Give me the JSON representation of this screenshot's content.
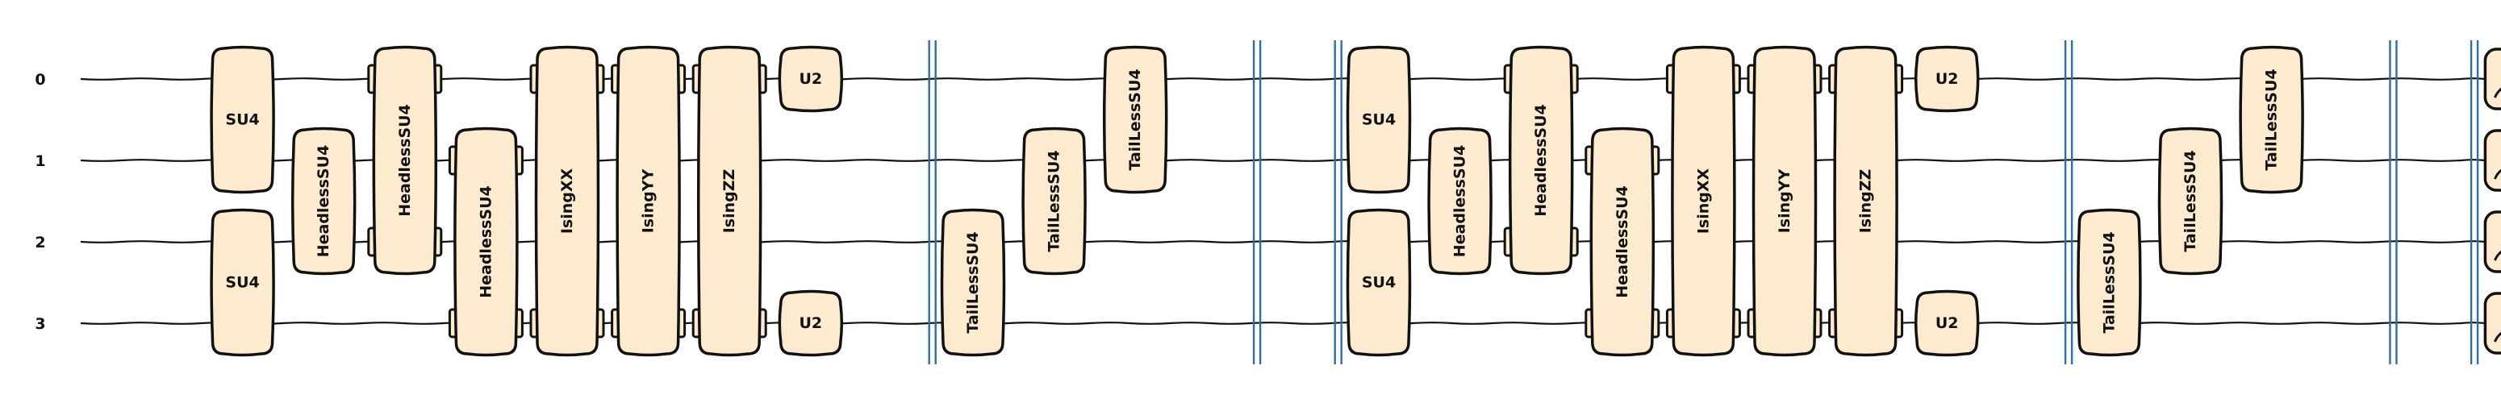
{
  "qubits": [
    "0",
    "1",
    "2",
    "3"
  ],
  "colors": {
    "gate_fill": "#fdebd0",
    "stroke": "#111111",
    "barrier": "#2a6fa8"
  },
  "barriers": [
    {
      "col": 9.5
    },
    {
      "col": 13.5
    },
    {
      "col": 14.5
    },
    {
      "col": 23.5
    },
    {
      "col": 27.5
    },
    {
      "col": 28.5
    }
  ],
  "gates": [
    {
      "label": "SU4",
      "qubits": [
        0,
        1
      ],
      "col": 1,
      "ltabs": [],
      "rtabs": [],
      "vertical": false
    },
    {
      "label": "SU4",
      "qubits": [
        2,
        3
      ],
      "col": 1,
      "ltabs": [],
      "rtabs": [],
      "vertical": false
    },
    {
      "label": "HeadlessSU4",
      "qubits": [
        1,
        2
      ],
      "col": 2,
      "ltabs": [],
      "rtabs": [],
      "vertical": true
    },
    {
      "label": "HeadlessSU4",
      "qubits": [
        0,
        2
      ],
      "col": 3,
      "ltabs": [
        0,
        2
      ],
      "rtabs": [
        0,
        2
      ],
      "vertical": true
    },
    {
      "label": "HeadlessSU4",
      "qubits": [
        1,
        3
      ],
      "col": 4,
      "ltabs": [
        1,
        3
      ],
      "rtabs": [
        1,
        3
      ],
      "vertical": true
    },
    {
      "label": "IsingXX",
      "qubits": [
        0,
        3
      ],
      "col": 5,
      "ltabs": [
        0,
        3
      ],
      "rtabs": [
        0,
        3
      ],
      "vertical": true
    },
    {
      "label": "IsingYY",
      "qubits": [
        0,
        3
      ],
      "col": 6,
      "ltabs": [
        0,
        3
      ],
      "rtabs": [
        0,
        3
      ],
      "vertical": true
    },
    {
      "label": "IsingZZ",
      "qubits": [
        0,
        3
      ],
      "col": 7,
      "ltabs": [
        0,
        3
      ],
      "rtabs": [
        0,
        3
      ],
      "vertical": true
    },
    {
      "label": "U2",
      "qubits": [
        0
      ],
      "col": 8,
      "ltabs": [],
      "rtabs": [],
      "vertical": false
    },
    {
      "label": "U2",
      "qubits": [
        3
      ],
      "col": 8,
      "ltabs": [],
      "rtabs": [],
      "vertical": false
    },
    {
      "label": "TailLessSU4",
      "qubits": [
        2,
        3
      ],
      "col": 10,
      "ltabs": [],
      "rtabs": [],
      "vertical": true
    },
    {
      "label": "TailLessSU4",
      "qubits": [
        1,
        2
      ],
      "col": 11,
      "ltabs": [],
      "rtabs": [],
      "vertical": true
    },
    {
      "label": "TailLessSU4",
      "qubits": [
        0,
        1
      ],
      "col": 12,
      "ltabs": [],
      "rtabs": [],
      "vertical": true
    },
    {
      "label": "SU4",
      "qubits": [
        0,
        1
      ],
      "col": 15,
      "ltabs": [],
      "rtabs": [],
      "vertical": false
    },
    {
      "label": "SU4",
      "qubits": [
        2,
        3
      ],
      "col": 15,
      "ltabs": [],
      "rtabs": [],
      "vertical": false
    },
    {
      "label": "HeadlessSU4",
      "qubits": [
        1,
        2
      ],
      "col": 16,
      "ltabs": [],
      "rtabs": [],
      "vertical": true
    },
    {
      "label": "HeadlessSU4",
      "qubits": [
        0,
        2
      ],
      "col": 17,
      "ltabs": [
        0,
        2
      ],
      "rtabs": [
        0,
        2
      ],
      "vertical": true
    },
    {
      "label": "HeadlessSU4",
      "qubits": [
        1,
        3
      ],
      "col": 18,
      "ltabs": [
        1,
        3
      ],
      "rtabs": [
        1,
        3
      ],
      "vertical": true
    },
    {
      "label": "IsingXX",
      "qubits": [
        0,
        3
      ],
      "col": 19,
      "ltabs": [
        0,
        3
      ],
      "rtabs": [
        0,
        3
      ],
      "vertical": true
    },
    {
      "label": "IsingYY",
      "qubits": [
        0,
        3
      ],
      "col": 20,
      "ltabs": [
        0,
        3
      ],
      "rtabs": [
        0,
        3
      ],
      "vertical": true
    },
    {
      "label": "IsingZZ",
      "qubits": [
        0,
        3
      ],
      "col": 21,
      "ltabs": [
        0,
        3
      ],
      "rtabs": [
        0,
        3
      ],
      "vertical": true
    },
    {
      "label": "U2",
      "qubits": [
        0
      ],
      "col": 22,
      "ltabs": [],
      "rtabs": [],
      "vertical": false
    },
    {
      "label": "U2",
      "qubits": [
        3
      ],
      "col": 22,
      "ltabs": [],
      "rtabs": [],
      "vertical": false
    },
    {
      "label": "TailLessSU4",
      "qubits": [
        2,
        3
      ],
      "col": 24,
      "ltabs": [],
      "rtabs": [],
      "vertical": true
    },
    {
      "label": "TailLessSU4",
      "qubits": [
        1,
        2
      ],
      "col": 25,
      "ltabs": [],
      "rtabs": [],
      "vertical": true
    },
    {
      "label": "TailLessSU4",
      "qubits": [
        0,
        1
      ],
      "col": 26,
      "ltabs": [],
      "rtabs": [],
      "vertical": true
    }
  ],
  "measurements": {
    "col": 29,
    "qubits": [
      0,
      1,
      2,
      3
    ],
    "icon": "meter-icon"
  }
}
